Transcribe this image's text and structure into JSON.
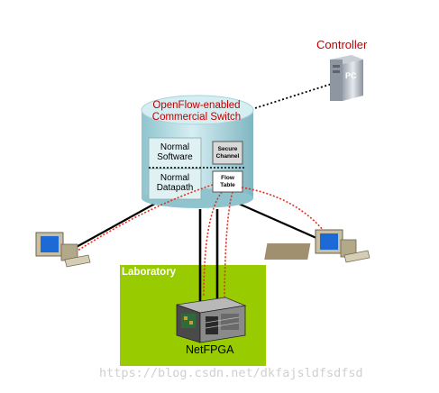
{
  "controller": {
    "label": "Controller",
    "server_text": "PC",
    "icon": "server-tower-icon"
  },
  "switch": {
    "title_line1": "OpenFlow-enabled",
    "title_line2": "Commercial Switch",
    "normal_software_line1": "Normal",
    "normal_software_line2": "Software",
    "normal_datapath_line1": "Normal",
    "normal_datapath_line2": "Datapath",
    "secure_channel_line1": "Secure",
    "secure_channel_line2": "Channel",
    "flow_table_line1": "Flow",
    "flow_table_line2": "Table"
  },
  "laboratory": {
    "label": "Laboratory"
  },
  "netfpga": {
    "label": "NetFPGA",
    "icon": "netfpga-board-icon"
  },
  "hosts": [
    {
      "icon": "desktop-computer-icon"
    },
    {
      "icon": "desktop-computer-icon"
    }
  ],
  "watermark": "https://blog.csdn.net/dkfajsldfsdfsd",
  "colors": {
    "title_red": "#c00000",
    "lab_green": "#99cc00",
    "switch_body": "#bfe3ea",
    "flow_red": "#e03020"
  }
}
